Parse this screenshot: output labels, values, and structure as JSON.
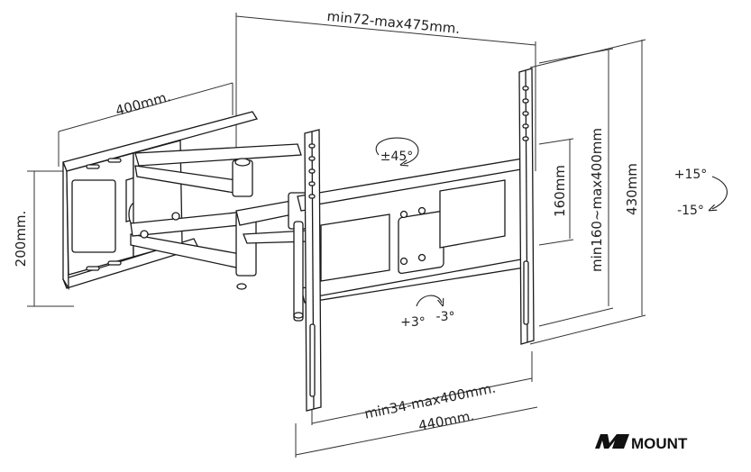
{
  "dimensions": {
    "top_width": "min72-max475mm.",
    "wall_plate_width": "400mm.",
    "wall_plate_height": "200mm.",
    "tv_vesa_horizontal": "min34-max400mm.",
    "tv_bracket_width": "440mm.",
    "tv_vesa_vertical": "min160~max400mm",
    "tv_bracket_inner": "160mm",
    "tv_bracket_height": "430mm"
  },
  "adjustments": {
    "swivel": "±45°",
    "tilt_up": "+15°",
    "tilt_down": "-15°",
    "level_plus": "+3°",
    "level_minus": "-3°"
  },
  "brand": {
    "name": "MOUNT",
    "logo_letter": "M"
  },
  "colors": {
    "line": "#1a1a1a",
    "metal_fill": "#ffffff",
    "shade": "#d9d9d9"
  }
}
